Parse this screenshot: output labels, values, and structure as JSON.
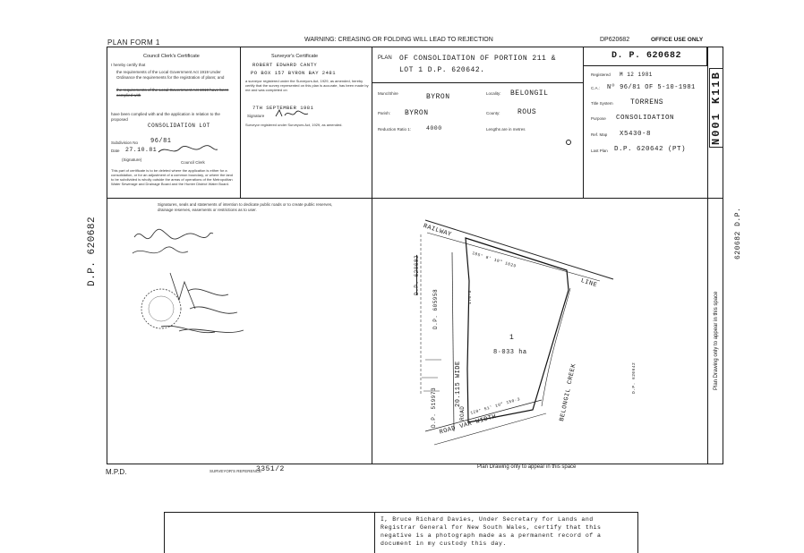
{
  "header": {
    "form_label": "PLAN FORM 1",
    "warning": "WARNING: CREASING OR FOLDING WILL LEAD TO REJECTION",
    "stamp_code": "DP620682",
    "office_use": "OFFICE USE ONLY"
  },
  "council_cert": {
    "title": "Council Clerk's Certificate",
    "line_certify": "I hereby certify that",
    "item_a": "the requirements of the Local Government Act 1919 Under Ordinance the requirements for the registration of plans; and",
    "item_b": "the requirements of the Local Government Act 1919 have been complied with",
    "approved_label": "have been complied with and the application in relation to the proposed",
    "approved_value": "CONSOLIDATION LOT",
    "subdivision_label": "Subdivision No",
    "subdivision_value": "96/81",
    "date_label": "Date",
    "date_value": "27.10.81",
    "signature_label": "(Signature)",
    "council_clerk": "Council Clerk",
    "footnote": "This part of certificate is to be deleted where the application is either for a consolidation, or for an adjustment of a common boundary, or where the land to be subdivided is wholly outside the areas of operations of the Metropolitan Water Sewerage and Drainage Board and the Hunter District Water Board."
  },
  "surveyor_cert": {
    "title": "Surveyor's Certificate",
    "name": "ROBERT EDWARD CANTY",
    "address": "PO BOX 157 BYRON BAY 2481",
    "body": "a surveyor registered under the Surveyors Act, 1929, as amended, hereby certify that the survey represented on this plan is accurate, has been made by me and was completed on",
    "date": "7TH SEPTEMBER 1981",
    "signature_label": "Signature",
    "footer": "Surveyor registered under Surveyors Act, 1929, as amended."
  },
  "plan_info": {
    "plan_label": "PLAN",
    "plan_title_1": "OF CONSOLIDATION OF PORTION 211 &",
    "plan_title_2": "LOT 1 D.P. 620642.",
    "shire_label": "Munc/Shire",
    "shire_value": "BYRON",
    "locality_label": "Locality:",
    "locality_value": "BELONGIL",
    "parish_label": "Parish:",
    "parish_value": "BYRON",
    "county_label": "County:",
    "county_value": "ROUS",
    "ratio_label": "Reduction Ratio 1:",
    "ratio_value": "4000",
    "lengths_label": "Lengths are in metres"
  },
  "office_box": {
    "dp_number": "D. P. 620682",
    "registered_label": "Registered",
    "registered_value": "M 12 1981",
    "ca_label": "C.A.:",
    "ca_value": "Nº 96/81 OF 5-10-1981",
    "title_system_label": "Title System",
    "title_system_value": "TORRENS",
    "purpose_label": "Purpose",
    "purpose_value": "CONSOLIDATION",
    "ref_map_label": "Ref. Map",
    "ref_map_value": "X5430-8",
    "last_plan_label": "Last Plan",
    "last_plan_value": "D.P. 620642 (PT)",
    "side_code": "N001 K11B"
  },
  "signatures_note": "Signatures, seals and statements of intention to dedicate public roads or to create public reserves, drainage reserves, easements or restrictions as to user.",
  "drawing": {
    "railway": "RAILWAY",
    "line": "LINE",
    "lot_number": "1",
    "lot_area": "8·033 ha",
    "creek": "BELONGIL CREEK",
    "road_wide": "20.115 WIDE",
    "road_label": "ROAD",
    "road_var": "ROAD VAR WIDTH",
    "dp_605958": "D.P. 605958",
    "dp_519973": "D.P. 519973",
    "dp_other": "D.P. 620682",
    "dp_right": "D.P. 620642",
    "bearing_top": "105° 8' 10\" 1029",
    "bearing_bottom": "128° 51' 10\" 150·3",
    "side_length": "476·8"
  },
  "bottom": {
    "drawing_note": "Plan Drawing only to appear in this space",
    "side_note": "Plan Drawing only to appear in this space",
    "mpd": "M.P.D.",
    "surveyor_ref_label": "SURVEYOR'S REFERENCE",
    "surveyor_ref_value": "3351/2",
    "left_side_dp": "D.P. 620682",
    "right_side_dp": "620682 D.P.",
    "cert_text": "I, Bruce Richard Davies, Under Secretary for Lands and Registrar General for New South Wales, certify that this negative is a photograph made as a permanent record of a document in my custody this day."
  }
}
